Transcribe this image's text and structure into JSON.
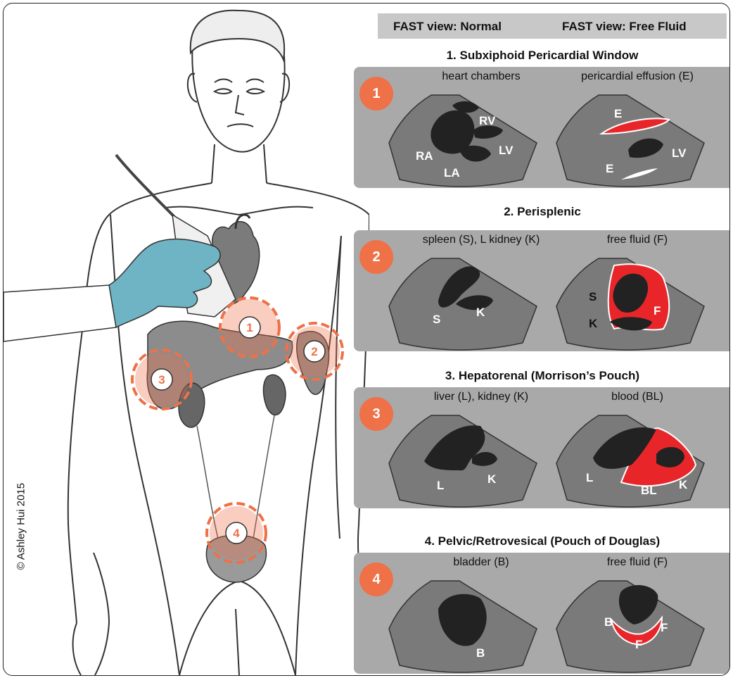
{
  "header": {
    "normal_label": "FAST view: Normal",
    "fluid_label": "FAST view: Free Fluid"
  },
  "sections": [
    {
      "number": "1",
      "title": "1. Subxiphoid Pericardial Window",
      "normal_caption": "heart chambers",
      "fluid_caption": "pericardial effusion (E)",
      "normal_labels": [
        "RV",
        "RA",
        "LV",
        "LA"
      ],
      "fluid_labels": [
        "E",
        "LV",
        "E"
      ]
    },
    {
      "number": "2",
      "title": "2. Perisplenic",
      "normal_caption": "spleen (S), L kidney (K)",
      "fluid_caption": "free fluid (F)",
      "normal_labels": [
        "S",
        "K"
      ],
      "fluid_labels": [
        "S",
        "F",
        "K"
      ]
    },
    {
      "number": "3",
      "title": "3. Hepatorenal (Morrison’s Pouch)",
      "normal_caption": "liver (L), kidney (K)",
      "fluid_caption": "blood (BL)",
      "normal_labels": [
        "L",
        "K"
      ],
      "fluid_labels": [
        "L",
        "BL",
        "K"
      ]
    },
    {
      "number": "4",
      "title": "4. Pelvic/Retrovesical (Pouch of Douglas)",
      "normal_caption": "bladder (B)",
      "fluid_caption": "free fluid (F)",
      "normal_labels": [
        "B"
      ],
      "fluid_labels": [
        "B",
        "F",
        "F"
      ]
    }
  ],
  "markers": [
    "1",
    "2",
    "3",
    "4"
  ],
  "copyright": "© Ashley Hui 2015",
  "colors": {
    "accent_orange": "#ee7148",
    "fluid_red": "#e8262a",
    "organ_dark": "#222222",
    "panel_gray": "#a9a9a9",
    "scan_gray": "#7a7a7a",
    "glove_blue": "#6fb4c4"
  }
}
